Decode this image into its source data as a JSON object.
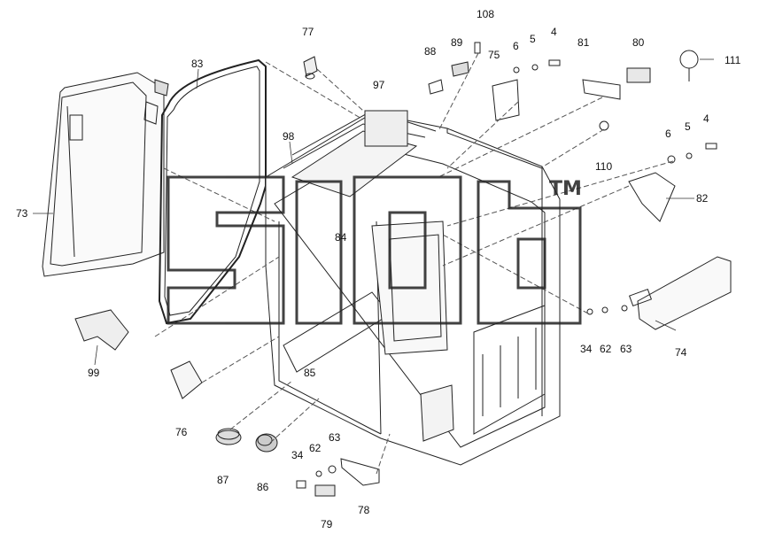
{
  "diagram": {
    "labels": {
      "l108": "108",
      "l77": "77",
      "l4a": "4",
      "l5a": "5",
      "l6a": "6",
      "l88": "88",
      "l89": "89",
      "l75": "75",
      "l81": "81",
      "l80": "80",
      "l111": "111",
      "l83": "83",
      "l97": "97",
      "l98": "98",
      "l110": "110",
      "l6b": "6",
      "l5b": "5",
      "l4b": "4",
      "l82": "82",
      "l73": "73",
      "l84": "84",
      "l34a": "34",
      "l62a": "62",
      "l63a": "63",
      "l74": "74",
      "l99": "99",
      "l85": "85",
      "l76": "76",
      "l87": "87",
      "l86": "86",
      "l34b": "34",
      "l62b": "62",
      "l63b": "63",
      "l78": "78",
      "l79": "79"
    },
    "watermark": {
      "text": "TM"
    }
  }
}
